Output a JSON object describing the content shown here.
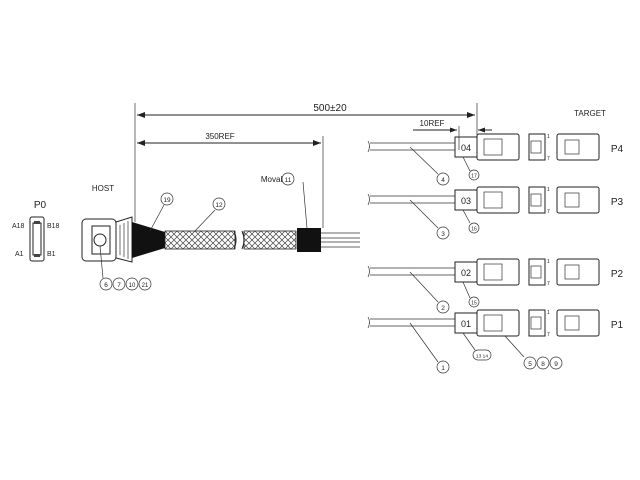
{
  "labels": {
    "dim_overall": "500±20",
    "dim_350": "350REF",
    "dim_10": "10REF",
    "host": "HOST",
    "target": "TARGET",
    "p0": "P0",
    "movable": "Movable"
  },
  "p0_pins": {
    "a18": "A18",
    "b18": "B18",
    "a1": "A1",
    "b1": "B1"
  },
  "ports": [
    {
      "name": "P4",
      "code": "04",
      "callout": "4",
      "ref": "17"
    },
    {
      "name": "P3",
      "code": "03",
      "callout": "3",
      "ref": "16"
    },
    {
      "name": "P2",
      "code": "02",
      "callout": "2",
      "ref": "15"
    },
    {
      "name": "P1",
      "code": "01",
      "callout": "1",
      "ref": "13 14"
    }
  ],
  "callouts": {
    "c19": "19",
    "c12": "12",
    "c11": "11",
    "host_parts": [
      "6",
      "7",
      "10",
      "21"
    ],
    "connector_parts": [
      "5",
      "8",
      "9"
    ]
  },
  "pin_marks": {
    "top": "1",
    "bottom": "7"
  }
}
